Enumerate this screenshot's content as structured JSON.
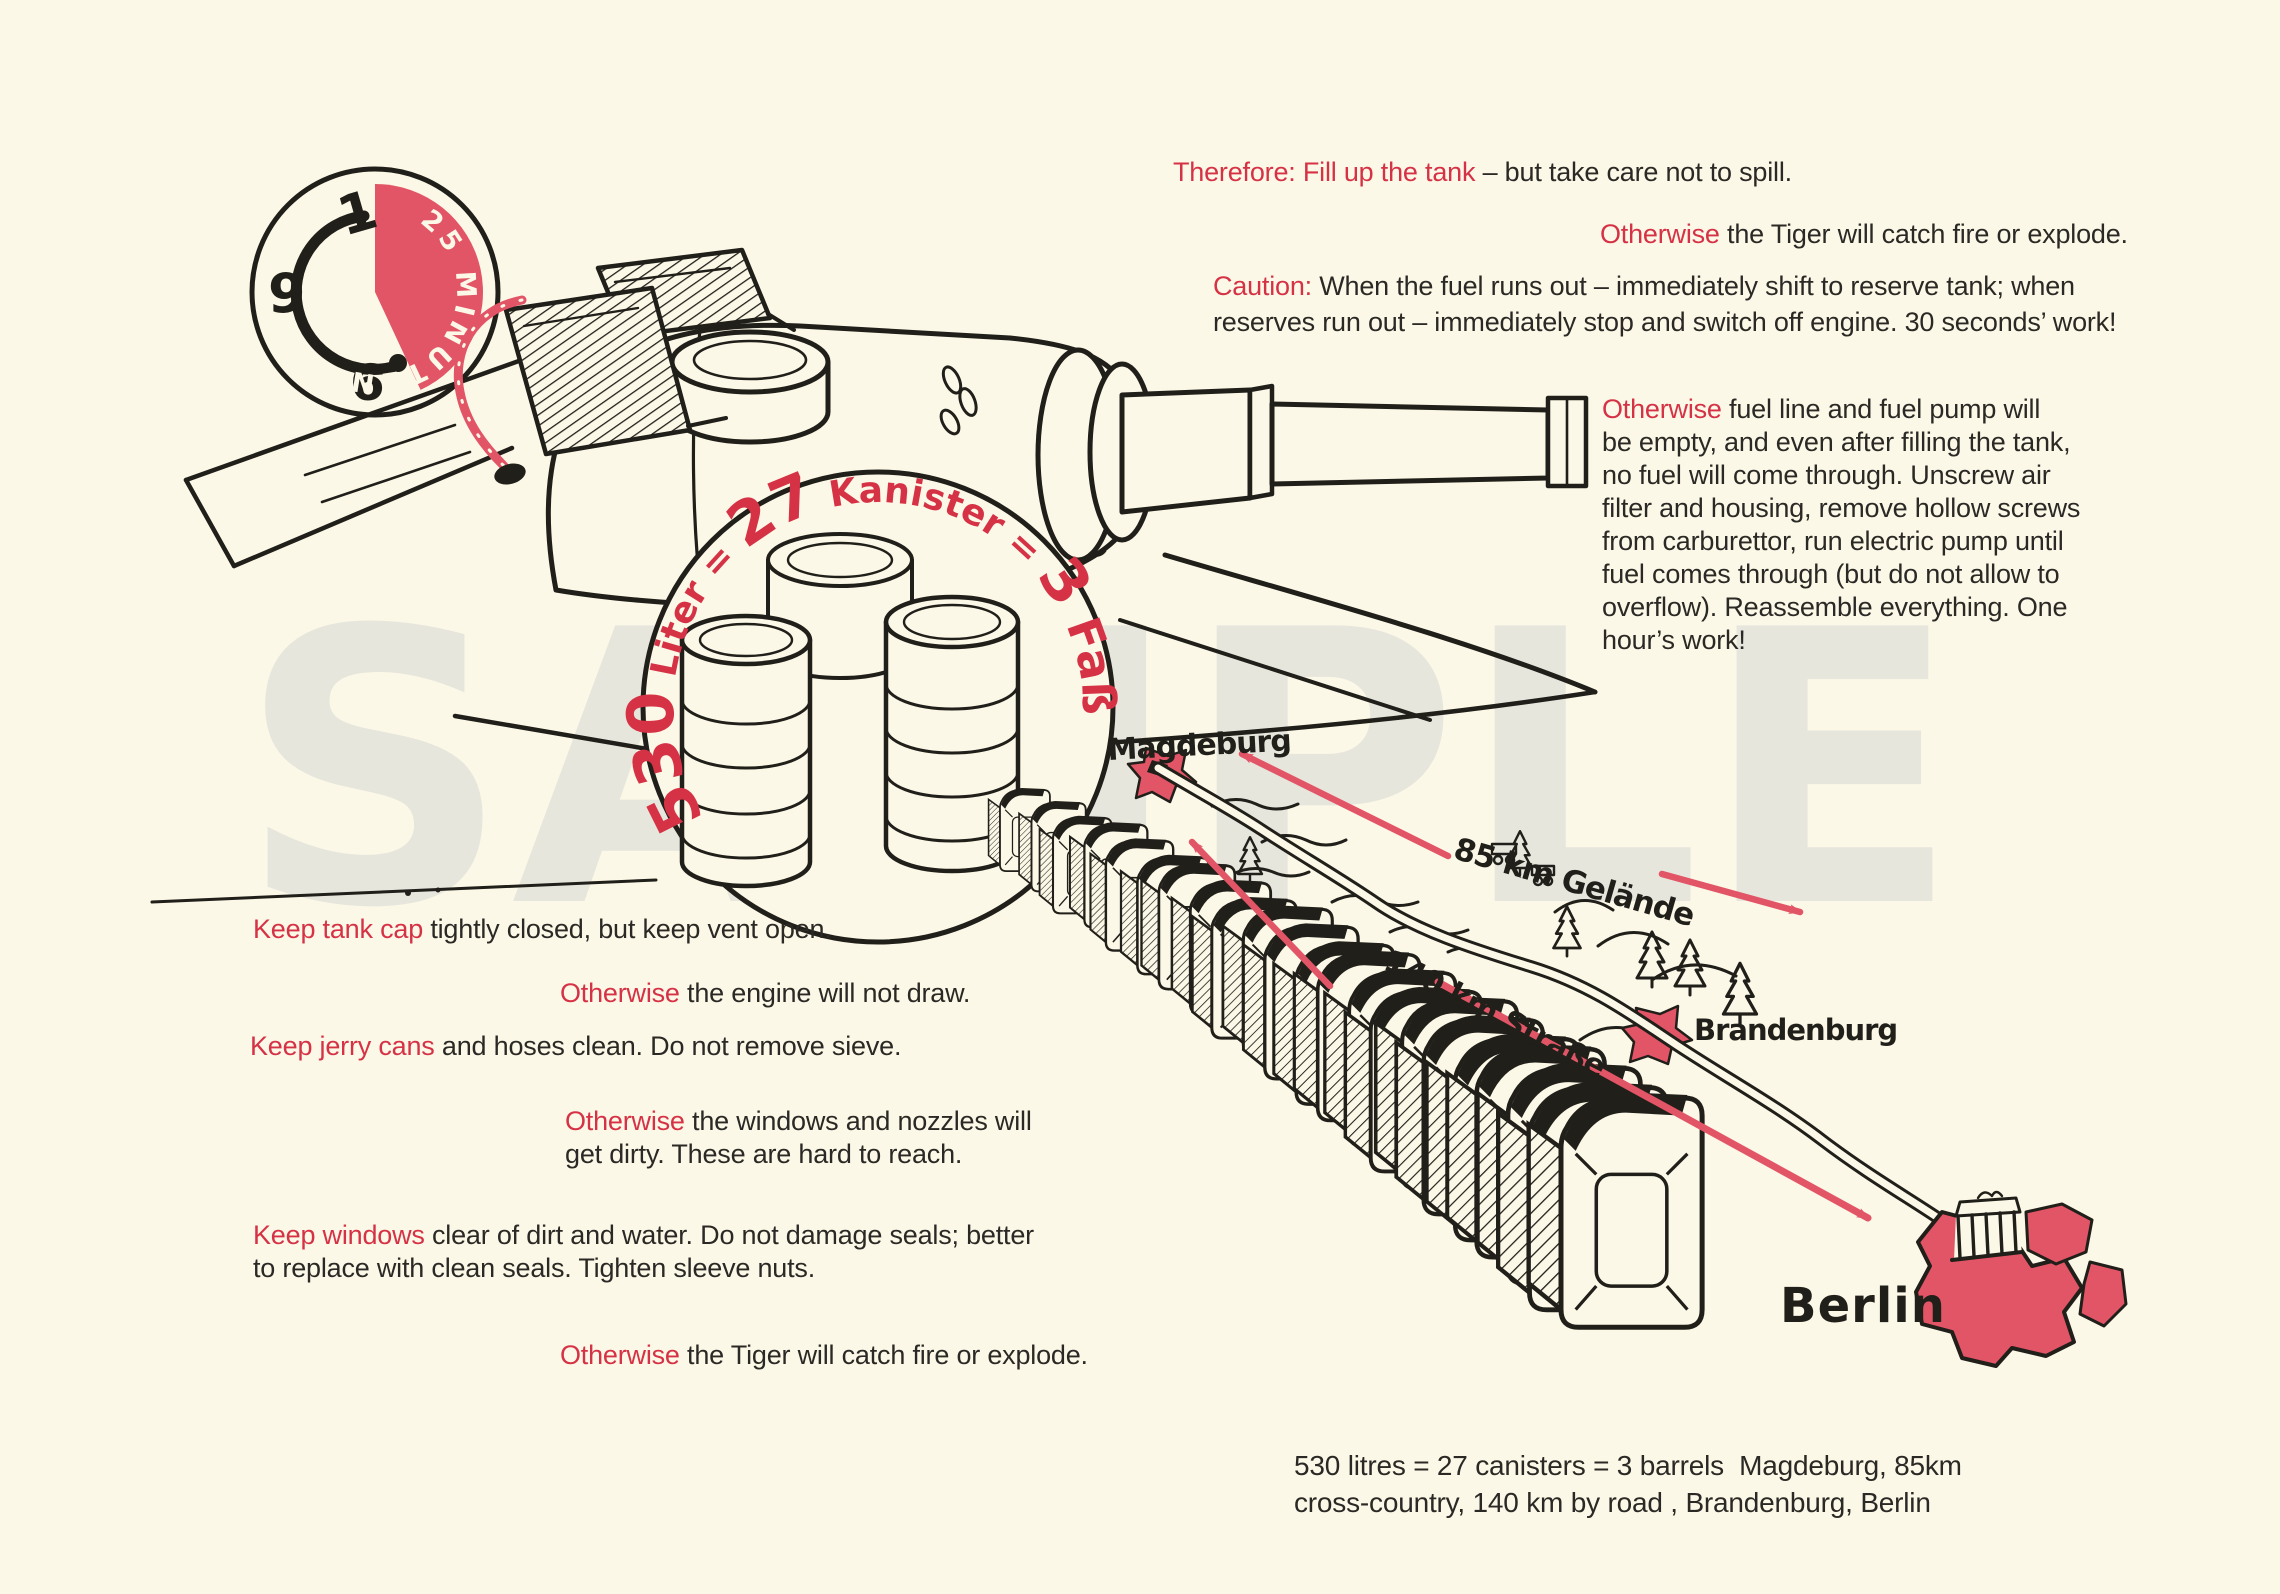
{
  "colors": {
    "background": "#FCF8E7",
    "ink": "#211F1A",
    "text_black": "#2B2925",
    "accent_red": "#D63246",
    "art_red": "#E25566",
    "watermark_gray": "#E7E6DD"
  },
  "watermark": {
    "text": "SAMPLE"
  },
  "clock": {
    "label": "25 MINUTEN",
    "numerals": [
      "1",
      "9",
      "6"
    ]
  },
  "badge": {
    "parts": [
      "530",
      " Liter = ",
      "27",
      " Kanister = ",
      "3",
      " Faß"
    ]
  },
  "map": {
    "labels": {
      "magdeburg": "Magdeburg",
      "gelaende": "85 km Gelände",
      "strasse": "140 km Straße",
      "brandenburg": "Brandenburg",
      "berlin": "Berlin"
    },
    "jerry_can_count": 22
  },
  "texts": {
    "t1": {
      "red": "Therefore: Fill up the tank",
      "black": " – but take care not to spill."
    },
    "t2": {
      "red": "Otherwise",
      "black": " the Tiger will catch fire or explode."
    },
    "t3a": {
      "red": "Caution:",
      "black": " When the fuel runs out – immediately shift to reserve tank; when"
    },
    "t3b": {
      "black": "reserves run out – immediately stop and switch off engine. 30 seconds’ work!"
    },
    "b1": {
      "red": "Otherwise",
      "black": " fuel line and fuel pump will"
    },
    "b2": {
      "black": "be empty, and even after filling the tank,"
    },
    "b3": {
      "black": "no fuel will come through. Unscrew air"
    },
    "b4": {
      "black": "filter and housing, remove hollow screws"
    },
    "b5": {
      "black": "from carburettor, run electric pump until"
    },
    "b6": {
      "black": "fuel comes through (but do not allow to"
    },
    "b7": {
      "black": "overflow). Reassemble everything. One"
    },
    "b8": {
      "black": "hour’s work!"
    },
    "l1": {
      "red": "Keep tank cap",
      "black": " tightly closed, but keep vent open."
    },
    "l2": {
      "red": "Otherwise",
      "black": " the engine will not draw."
    },
    "l3": {
      "red": "Keep jerry cans",
      "black": " and hoses clean. Do not remove sieve."
    },
    "l4a": {
      "red": "Otherwise",
      "black": " the windows and nozzles will"
    },
    "l4b": {
      "black": "get dirty. These are hard to reach."
    },
    "l5a": {
      "red": "Keep windows",
      "black": " clear of dirt and water. Do not damage seals; better"
    },
    "l5b": {
      "black": "to replace with clean seals. Tighten sleeve nuts."
    },
    "l6": {
      "red": "Otherwise",
      "black": " the Tiger will catch fire or explode."
    },
    "c1": {
      "black": "530 litres = 27 canisters = 3 barrels  Magdeburg, 85km"
    },
    "c2": {
      "black": "cross-country, 140 km by road , Brandenburg, Berlin"
    }
  }
}
